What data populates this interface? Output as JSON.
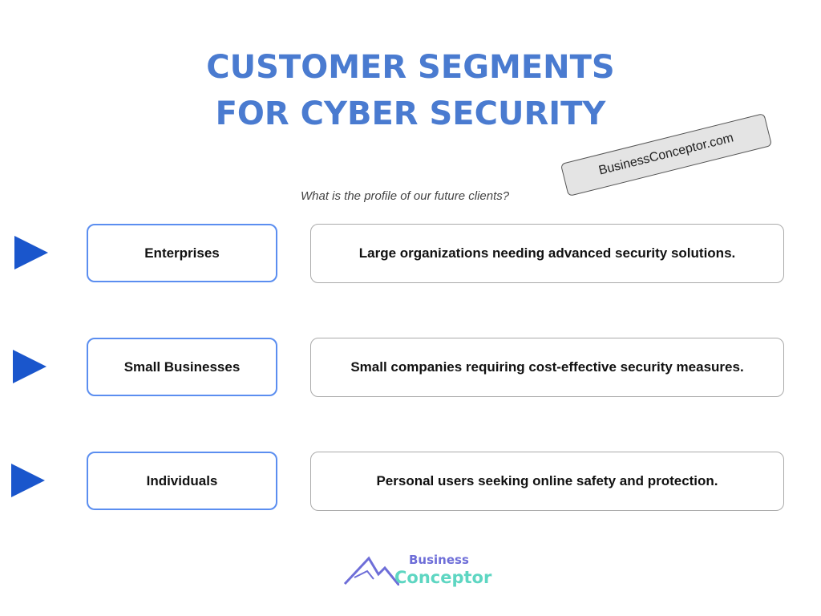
{
  "title": {
    "line1": "CUSTOMER SEGMENTS",
    "line2": "FOR CYBER SECURITY"
  },
  "subtitle": "What is the profile of our future clients?",
  "watermark": "BusinessConceptor.com",
  "segments": [
    {
      "label": "Enterprises",
      "description": "Large organizations needing advanced security solutions."
    },
    {
      "label": "Small Businesses",
      "description": "Small companies requiring cost-effective security measures."
    },
    {
      "label": "Individuals",
      "description": "Personal users seeking online safety and protection."
    }
  ],
  "logo": {
    "word1": "Business",
    "word2": "Conceptor"
  }
}
